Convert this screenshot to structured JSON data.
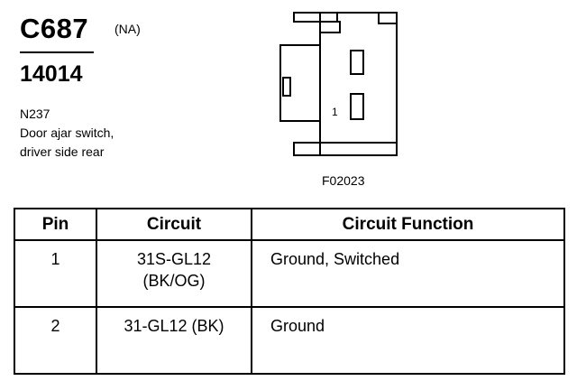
{
  "header": {
    "connector_id": "C687",
    "region": "(NA)",
    "part_number": "14014"
  },
  "description": {
    "code": "N237",
    "line1": "Door ajar switch,",
    "line2": "driver side rear"
  },
  "diagram": {
    "pin_label": "1",
    "figure_code": "F02023"
  },
  "table": {
    "headers": {
      "pin": "Pin",
      "circuit": "Circuit",
      "function": "Circuit Function"
    },
    "rows": [
      {
        "pin": "1",
        "circuit_line1": "31S-GL12",
        "circuit_line2": "(BK/OG)",
        "function": "Ground, Switched"
      },
      {
        "pin": "2",
        "circuit_line1": "31-GL12 (BK)",
        "circuit_line2": "",
        "function": "Ground"
      }
    ]
  }
}
